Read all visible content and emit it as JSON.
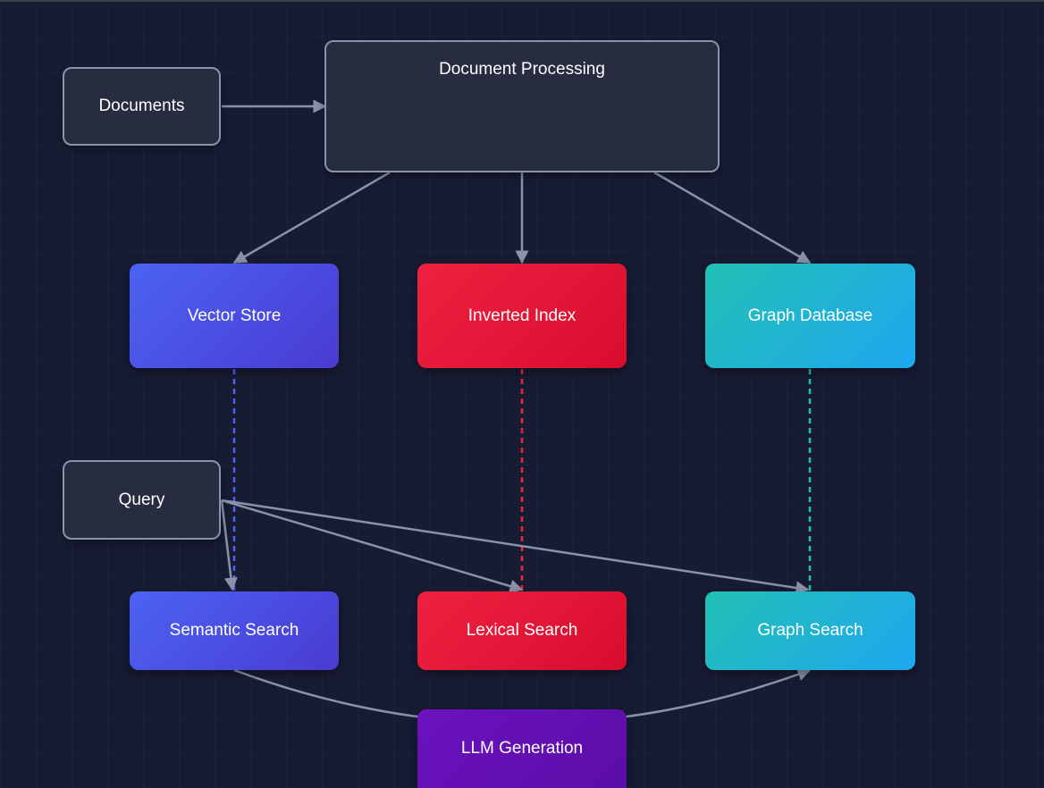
{
  "nodes": {
    "documents": "Documents",
    "document_processing": "Document Processing",
    "vector_store": "Vector Store",
    "inverted_index": "Inverted Index",
    "graph_database": "Graph Database",
    "query": "Query",
    "semantic_search": "Semantic Search",
    "lexical_search": "Lexical Search",
    "graph_search": "Graph Search",
    "llm_generation": "LLM Generation"
  },
  "colors": {
    "background": "#181c33",
    "neutral_node": "#272c41",
    "neutral_border": "#8a93a8",
    "edge": "#8a93a8",
    "vector_blue": "#4b63f2",
    "lexical_red": "#ee2140",
    "graph_teal": "#22c0b4",
    "llm_purple": "#6b12be"
  },
  "edges": [
    {
      "from": "documents",
      "to": "document_processing",
      "style": "solid"
    },
    {
      "from": "document_processing",
      "to": "vector_store",
      "style": "solid"
    },
    {
      "from": "document_processing",
      "to": "inverted_index",
      "style": "solid"
    },
    {
      "from": "document_processing",
      "to": "graph_database",
      "style": "solid"
    },
    {
      "from": "vector_store",
      "to": "semantic_search",
      "style": "dashed"
    },
    {
      "from": "inverted_index",
      "to": "lexical_search",
      "style": "dashed"
    },
    {
      "from": "graph_database",
      "to": "graph_search",
      "style": "dashed"
    },
    {
      "from": "query",
      "to": "semantic_search",
      "style": "solid"
    },
    {
      "from": "query",
      "to": "lexical_search",
      "style": "solid"
    },
    {
      "from": "query",
      "to": "graph_search",
      "style": "solid"
    },
    {
      "from": "semantic_search",
      "to": "graph_search",
      "style": "curved",
      "via": "llm_generation"
    }
  ]
}
